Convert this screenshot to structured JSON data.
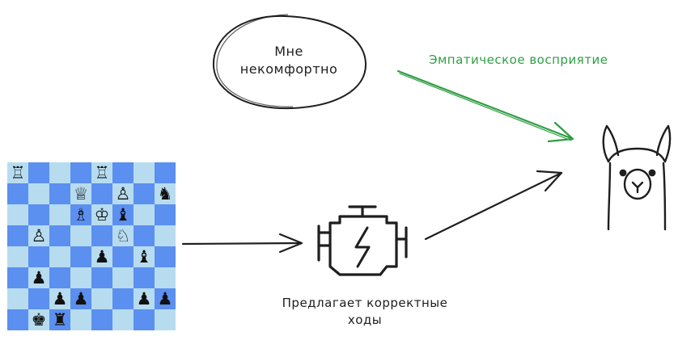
{
  "thought_bubble": {
    "line1": "Мне",
    "line2": "некомфортно"
  },
  "empathy_label": "Эмпатическое восприятие",
  "engine_caption": {
    "line1": "Предлагает корректные",
    "line2": "ходы"
  },
  "colors": {
    "stroke": "#1e1e1e",
    "green": "#2f9e44",
    "light_square": "#b7dcf0",
    "dark_square": "#5b8ff0"
  },
  "icons": {
    "engine": "engine-icon",
    "llama": "llama-icon"
  },
  "chessboard": {
    "rows": [
      [
        "♖",
        "",
        "",
        "",
        "♖",
        "",
        "",
        ""
      ],
      [
        "",
        "",
        "",
        "♕",
        "",
        "♙",
        "",
        "♞"
      ],
      [
        "",
        "",
        "",
        "♗",
        "♔",
        "♝",
        "",
        ""
      ],
      [
        "",
        "♙",
        "",
        "",
        "",
        "♘",
        "",
        ""
      ],
      [
        "",
        "",
        "",
        "",
        "♟",
        "",
        "♝",
        ""
      ],
      [
        "",
        "♟",
        "",
        "",
        "",
        "",
        "",
        ""
      ],
      [
        "",
        "",
        "♟",
        "♟",
        "",
        "",
        "♟",
        "♟"
      ],
      [
        "",
        "♚",
        "♜",
        "",
        "",
        "",
        "",
        ""
      ]
    ]
  }
}
